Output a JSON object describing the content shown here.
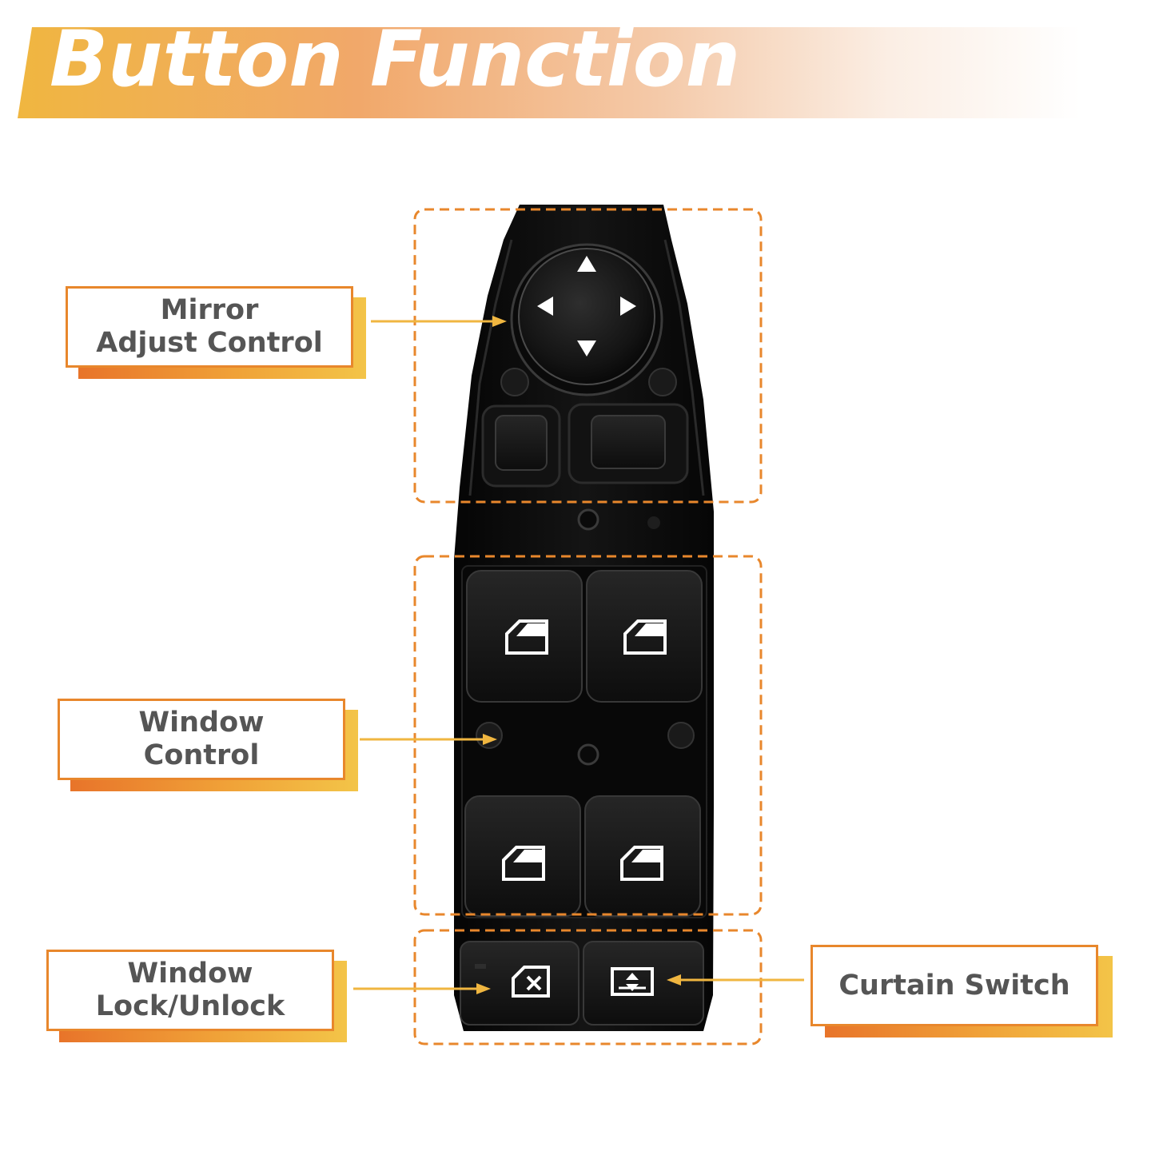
{
  "title": "Button Function",
  "labels": {
    "mirror": "Mirror\nAdjust Control",
    "window": "Window\nControl",
    "lock": "Window\nLock/Unlock",
    "curtain": "Curtain Switch"
  },
  "colors": {
    "accent_orange": "#e8872c",
    "accent_yellow": "#f3c448",
    "label_text": "#555555",
    "switch_body": "#0c0c0c",
    "icon_white": "#ffffff"
  }
}
